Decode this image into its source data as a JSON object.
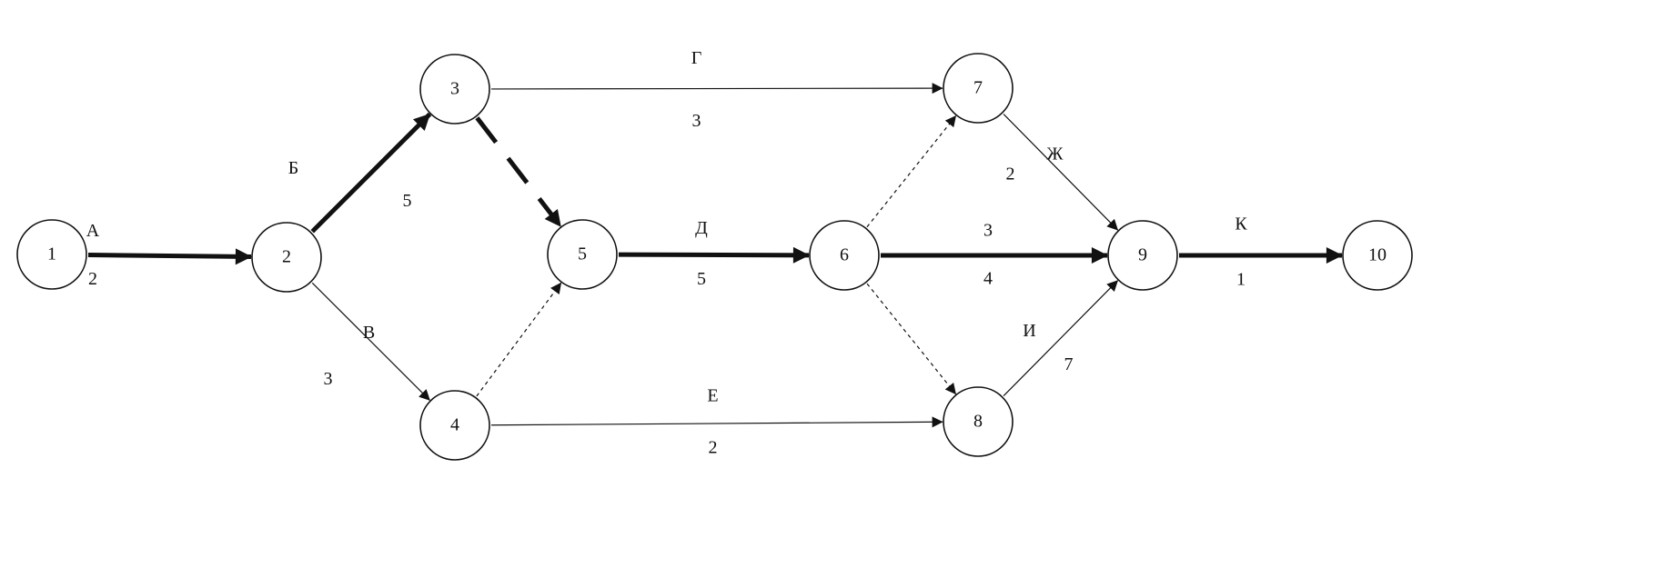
{
  "diagram": {
    "nodes": [
      {
        "id": "1",
        "label": "1"
      },
      {
        "id": "2",
        "label": "2"
      },
      {
        "id": "3",
        "label": "3"
      },
      {
        "id": "4",
        "label": "4"
      },
      {
        "id": "5",
        "label": "5"
      },
      {
        "id": "6",
        "label": "6"
      },
      {
        "id": "7",
        "label": "7"
      },
      {
        "id": "8",
        "label": "8"
      },
      {
        "id": "9",
        "label": "9"
      },
      {
        "id": "10",
        "label": "10"
      }
    ],
    "edges": [
      {
        "from": "1",
        "to": "2",
        "name": "А",
        "duration": "2",
        "style": "critical"
      },
      {
        "from": "2",
        "to": "3",
        "name": "Б",
        "duration": "5",
        "style": "critical"
      },
      {
        "from": "2",
        "to": "4",
        "name": "В",
        "duration": "3",
        "style": "normal"
      },
      {
        "from": "3",
        "to": "7",
        "name": "Г",
        "duration": "3",
        "style": "normal"
      },
      {
        "from": "3",
        "to": "5",
        "name": "",
        "duration": "",
        "style": "critical-dummy"
      },
      {
        "from": "4",
        "to": "5",
        "name": "",
        "duration": "",
        "style": "dummy"
      },
      {
        "from": "4",
        "to": "8",
        "name": "Е",
        "duration": "2",
        "style": "normal"
      },
      {
        "from": "5",
        "to": "6",
        "name": "Д",
        "duration": "5",
        "style": "critical"
      },
      {
        "from": "6",
        "to": "7",
        "name": "",
        "duration": "",
        "style": "dummy"
      },
      {
        "from": "6",
        "to": "9",
        "name": "3",
        "duration": "4",
        "style": "critical"
      },
      {
        "from": "6",
        "to": "8",
        "name": "",
        "duration": "",
        "style": "dummy"
      },
      {
        "from": "7",
        "to": "9",
        "name": "Ж",
        "duration": "2",
        "style": "normal"
      },
      {
        "from": "8",
        "to": "9",
        "name": "И",
        "duration": "7",
        "style": "normal"
      },
      {
        "from": "9",
        "to": "10",
        "name": "К",
        "duration": "1",
        "style": "critical"
      }
    ]
  }
}
